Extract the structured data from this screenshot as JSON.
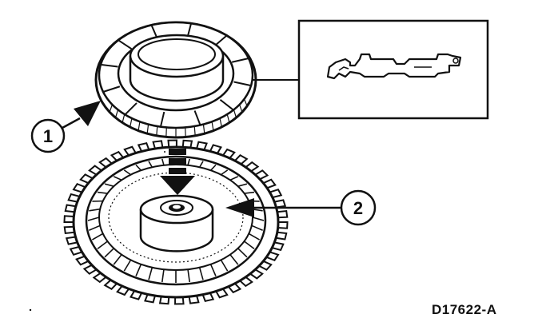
{
  "callouts": [
    {
      "number": "1"
    },
    {
      "number": "2"
    }
  ],
  "figure_id": "D17622-A",
  "colors": {
    "ink": "#111111",
    "paper": "#ffffff"
  }
}
